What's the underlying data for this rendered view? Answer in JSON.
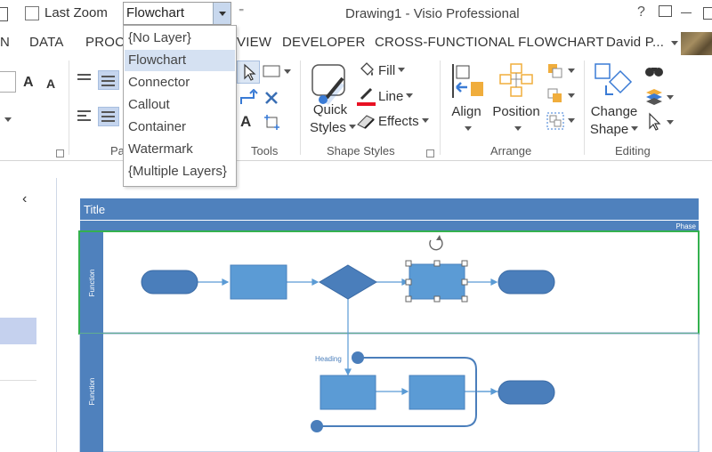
{
  "quick_access": {
    "last_zoom_label": "Last Zoom",
    "layer_value": "Flowchart",
    "more": "⁼"
  },
  "window": {
    "title": "Drawing1 - Visio Professional",
    "help": "?"
  },
  "tabs": [
    "N",
    "DATA",
    "PROC",
    "VIEW",
    "DEVELOPER",
    "CROSS-FUNCTIONAL FLOWCHART",
    "David P..."
  ],
  "ribbon": {
    "font_group": {
      "grow": "A",
      "shrink": "A"
    },
    "paragraph_label": "Pa",
    "tools": {
      "label": "Tools",
      "text_tool": "A"
    },
    "shape_styles": {
      "label": "Shape Styles",
      "quick_styles": "Quick",
      "quick_styles2": "Styles",
      "fill": "Fill",
      "line": "Line",
      "effects": "Effects"
    },
    "arrange": {
      "label": "Arrange",
      "align": "Align",
      "position": "Position"
    },
    "editing": {
      "label": "Editing",
      "change_shape": "Change",
      "change_shape2": "Shape"
    }
  },
  "layer_dropdown": {
    "items": [
      "{No Layer}",
      "Flowchart",
      "Connector",
      "Callout",
      "Container",
      "Watermark",
      "{Multiple Layers}"
    ],
    "selected_index": 1
  },
  "left_panel": {
    "collapse": "‹"
  },
  "diagram": {
    "title": "Title",
    "phase": "Phase",
    "lanes": [
      "Function",
      "Function"
    ],
    "heading": "Heading"
  },
  "colors": {
    "accent": "#2b579a",
    "lane_header": "#4f81bd",
    "shape": "#5b9bd5",
    "terminator": "#4a7ebb",
    "selection_border": "#34b14f"
  }
}
